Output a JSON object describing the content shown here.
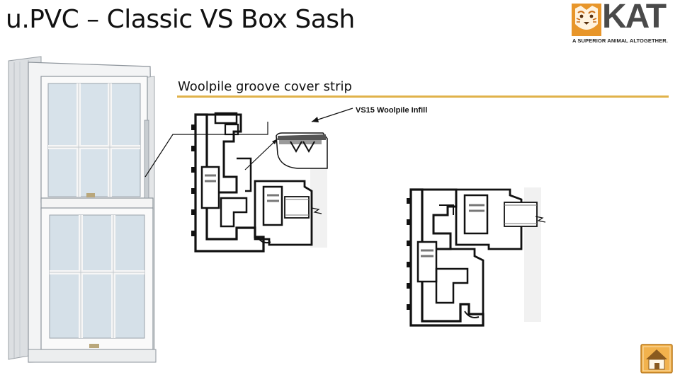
{
  "slide": {
    "title": "u.PVC – Classic VS Box Sash",
    "subheading": "Woolpile groove cover strip",
    "callout_label": "VS15 Woolpile Infill"
  },
  "logo": {
    "wordmark": "KAT",
    "tagline": "A SUPERIOR ANIMAL ALTOGETHER."
  },
  "colors": {
    "accent_rule": "#e0b24a",
    "logo_orange": "#e8962a",
    "home_button": "#f2b24d"
  },
  "icons": {
    "home": "home-icon",
    "logo_mark": "tiger-head-icon"
  }
}
